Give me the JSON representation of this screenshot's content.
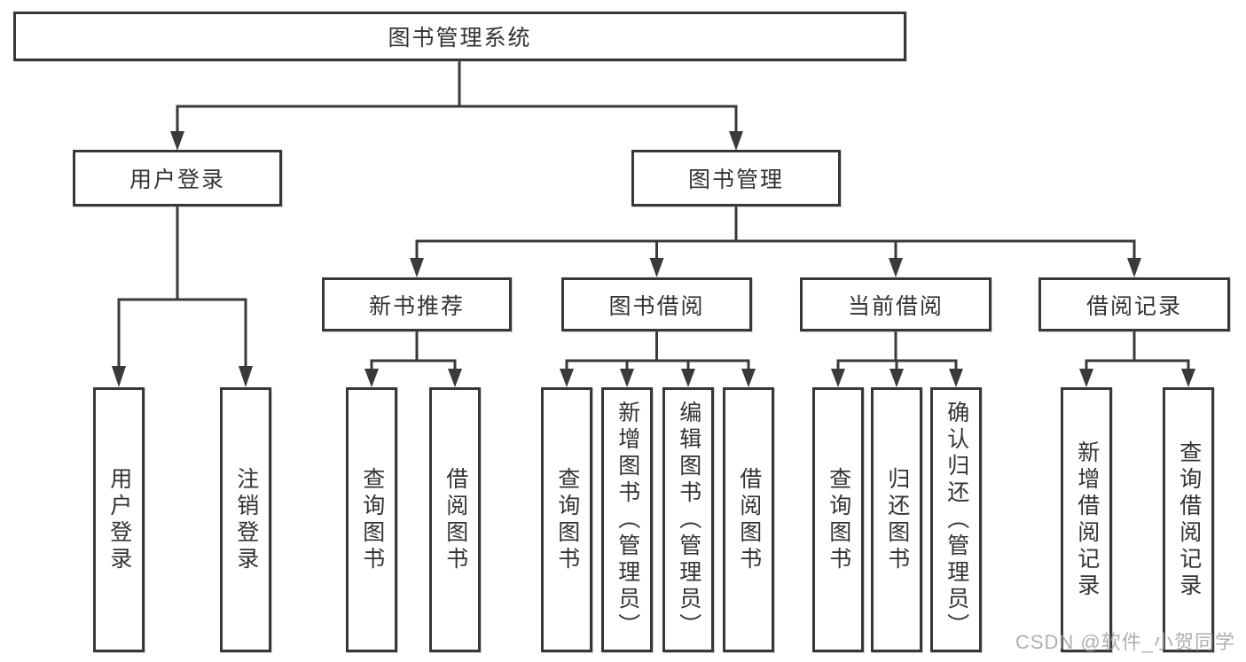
{
  "tree": {
    "root": {
      "label": "图书管理系统"
    },
    "level1": [
      {
        "label": "用户登录",
        "children": [
          {
            "label": "用户登录"
          },
          {
            "label": "注销登录"
          }
        ]
      },
      {
        "label": "图书管理",
        "children": [
          {
            "label": "新书推荐",
            "children": [
              {
                "label": "查询图书"
              },
              {
                "label": "借阅图书"
              }
            ]
          },
          {
            "label": "图书借阅",
            "children": [
              {
                "label": "查询图书"
              },
              {
                "label": "新增图书（管理员）"
              },
              {
                "label": "编辑图书（管理员）"
              },
              {
                "label": "借阅图书"
              }
            ]
          },
          {
            "label": "当前借阅",
            "children": [
              {
                "label": "查询图书"
              },
              {
                "label": "归还图书"
              },
              {
                "label": "确认归还（管理员）"
              }
            ]
          },
          {
            "label": "借阅记录",
            "children": [
              {
                "label": "新增借阅记录"
              },
              {
                "label": "查询借阅记录"
              }
            ]
          }
        ]
      }
    ]
  },
  "watermark": {
    "text": "CSDN @软件_小贺同学"
  },
  "colors": {
    "line": "#3a3a3a",
    "box_border": "#383838",
    "text": "#333333",
    "background": "#ffffff",
    "watermark": "#9e9e9e"
  }
}
